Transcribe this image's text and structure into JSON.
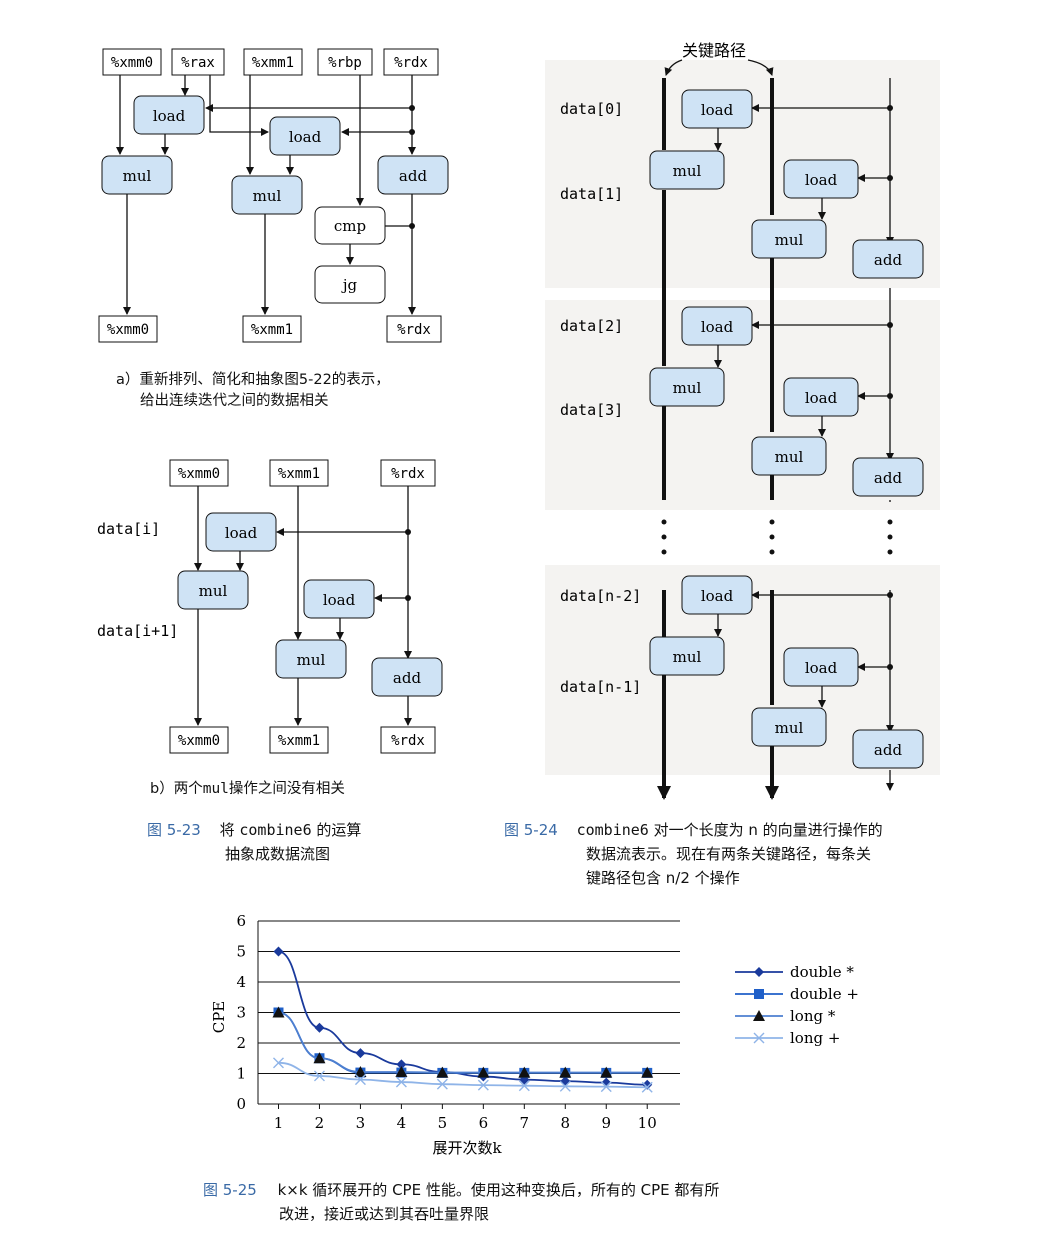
{
  "fig523": {
    "a": {
      "registers_top": [
        "%xmm0",
        "%rax",
        "%xmm1",
        "%rbp",
        "%rdx"
      ],
      "ops": [
        "load",
        "load",
        "mul",
        "mul",
        "add",
        "cmp",
        "jg"
      ],
      "registers_bottom": [
        "%xmm0",
        "%xmm1",
        "%rdx"
      ],
      "caption_line1": "a）重新排列、简化和抽象图5-22的表示，",
      "caption_line2": "给出连续迭代之间的数据相关"
    },
    "b": {
      "registers_top": [
        "%xmm0",
        "%xmm1",
        "%rdx"
      ],
      "row_labels": [
        "data[i]",
        "data[i+1]"
      ],
      "ops": [
        "load",
        "mul",
        "load",
        "mul",
        "add"
      ],
      "registers_bottom": [
        "%xmm0",
        "%xmm1",
        "%rdx"
      ],
      "caption_prefix": "b）两个",
      "caption_mono": "mul",
      "caption_suffix": "操作之间没有相关"
    },
    "caption_num": "图 5-23",
    "caption_line1_a": "将 ",
    "caption_line1_mono": "combine6",
    "caption_line1_b": " 的运算",
    "caption_line2": "抽象成数据流图"
  },
  "fig524": {
    "critical_path_label": "关键路径",
    "row_labels": [
      "data[0]",
      "data[1]",
      "data[2]",
      "data[3]",
      "data[n-2]",
      "data[n-1]"
    ],
    "ops": [
      "load",
      "mul",
      "load",
      "mul",
      "add"
    ],
    "caption_num": "图 5-24",
    "caption_mono": "combine6",
    "caption_line1": " 对一个长度为 n 的向量进行操作的",
    "caption_line2": "数据流表示。现在有两条关键路径，每条关",
    "caption_line3": "键路径包含 n/2 个操作"
  },
  "chart_data": {
    "type": "line",
    "x": [
      1,
      2,
      3,
      4,
      5,
      6,
      7,
      8,
      9,
      10
    ],
    "xlabel": "展开次数k",
    "ylabel": "CPE",
    "ylim": [
      0,
      6
    ],
    "yticks": [
      0,
      1,
      2,
      3,
      4,
      5,
      6
    ],
    "grid": "horizontal",
    "legend_position": "right",
    "series": [
      {
        "name": "double *",
        "marker": "diamond",
        "color": "#1a3a9c",
        "values": [
          5.0,
          2.5,
          1.67,
          1.3,
          1.05,
          0.9,
          0.8,
          0.75,
          0.7,
          0.63
        ]
      },
      {
        "name": "double +",
        "marker": "square",
        "color": "#1f5fc8",
        "values": [
          3.0,
          1.5,
          1.03,
          1.03,
          1.02,
          1.02,
          1.02,
          1.02,
          1.02,
          1.02
        ]
      },
      {
        "name": "long *",
        "marker": "triangle",
        "color": "#4d7fd0",
        "values": [
          3.0,
          1.5,
          1.05,
          1.05,
          1.03,
          1.03,
          1.03,
          1.03,
          1.03,
          1.03
        ]
      },
      {
        "name": "long +",
        "marker": "x",
        "color": "#8fb4e8",
        "values": [
          1.35,
          0.92,
          0.8,
          0.72,
          0.65,
          0.62,
          0.6,
          0.58,
          0.57,
          0.55
        ]
      }
    ]
  },
  "fig525": {
    "caption_num": "图 5-25",
    "caption_line1": "k×k 循环展开的 CPE 性能。使用这种变换后，所有的 CPE 都有所",
    "caption_line2": "改进，接近或达到其吞吐量界限"
  }
}
